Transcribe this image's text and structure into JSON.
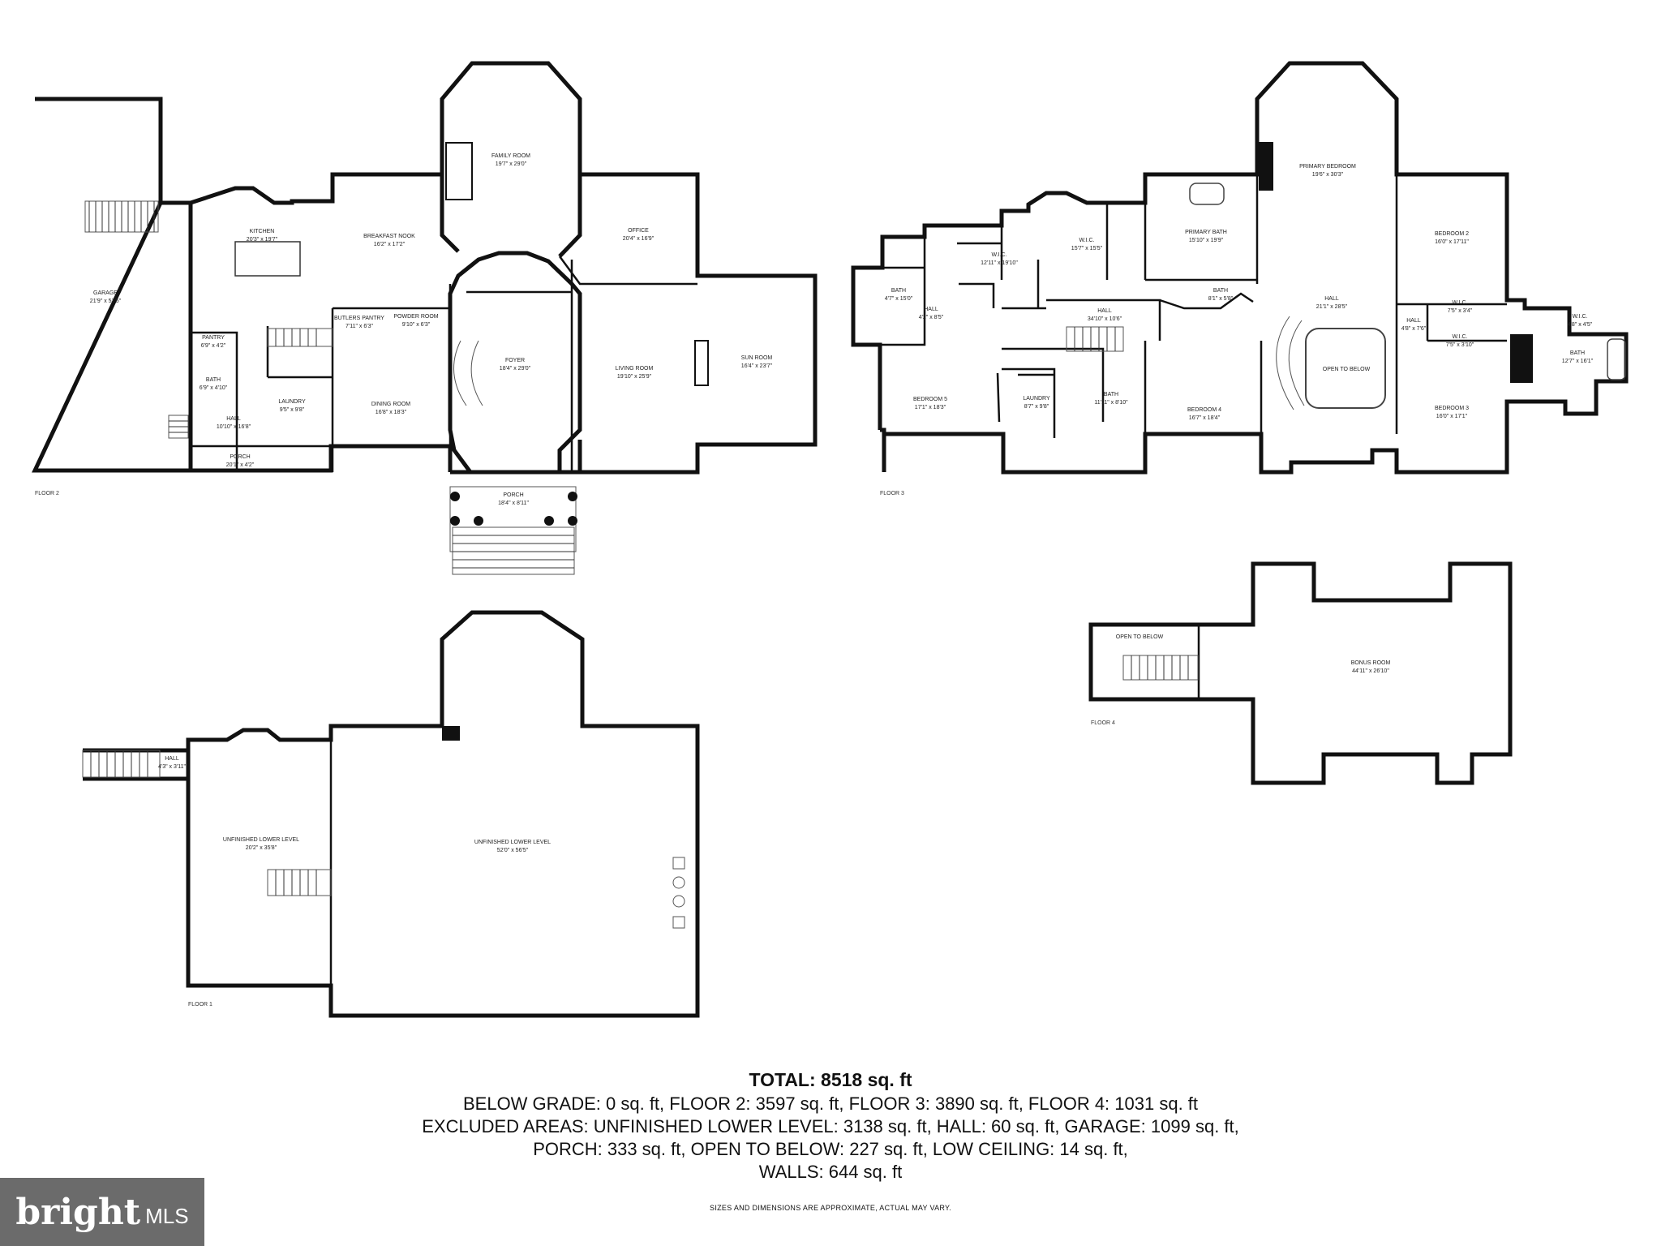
{
  "floors": {
    "floor2": "FLOOR 2",
    "floor3": "FLOOR 3",
    "floor4": "FLOOR 4",
    "floor1": "FLOOR 1"
  },
  "rooms": {
    "garage": {
      "name": "GARAGE",
      "dim": "21'9\" x 53'5\""
    },
    "kitchen": {
      "name": "KITCHEN",
      "dim": "20'3\" x 19'7\""
    },
    "breakfast": {
      "name": "BREAKFAST NOOK",
      "dim": "16'2\" x 17'2\""
    },
    "family": {
      "name": "FAMILY ROOM",
      "dim": "19'7\" x 29'0\""
    },
    "office": {
      "name": "OFFICE",
      "dim": "20'4\" x 16'9\""
    },
    "pantry": {
      "name": "PANTRY",
      "dim": "6'9\" x 4'2\""
    },
    "bath_f2": {
      "name": "BATH",
      "dim": "6'9\" x 4'10\""
    },
    "butlers": {
      "name": "BUTLERS PANTRY",
      "dim": "7'11\" x 6'3\""
    },
    "powder": {
      "name": "POWDER ROOM",
      "dim": "9'10\" x 6'3\""
    },
    "foyer": {
      "name": "FOYER",
      "dim": "18'4\" x 29'0\""
    },
    "living": {
      "name": "LIVING ROOM",
      "dim": "19'10\" x 25'9\""
    },
    "sun": {
      "name": "SUN ROOM",
      "dim": "16'4\" x 23'7\""
    },
    "laundry_f2": {
      "name": "LAUNDRY",
      "dim": "9'5\" x 9'8\""
    },
    "dining": {
      "name": "DINING ROOM",
      "dim": "16'8\" x 18'3\""
    },
    "hall_f2": {
      "name": "HALL",
      "dim": "10'10\" x 16'8\""
    },
    "porch_side": {
      "name": "PORCH",
      "dim": "20'1\" x 4'2\""
    },
    "porch_front": {
      "name": "PORCH",
      "dim": "18'4\" x 8'11\""
    },
    "primary_bed": {
      "name": "PRIMARY BEDROOM",
      "dim": "19'6\" x 30'3\""
    },
    "primary_bath": {
      "name": "PRIMARY BATH",
      "dim": "15'10\" x 19'9\""
    },
    "wic_large": {
      "name": "W.I.C.",
      "dim": "15'7\" x 15'5\""
    },
    "wic_mid": {
      "name": "W.I.C.",
      "dim": "12'11\" x 19'10\""
    },
    "bath_f3a": {
      "name": "BATH",
      "dim": "4'7\" x 15'0\""
    },
    "hall_f3a": {
      "name": "HALL",
      "dim": "4'2\" x 8'5\""
    },
    "bath_f3b": {
      "name": "BATH",
      "dim": "8'1\" x 5'8\""
    },
    "hall_f3main": {
      "name": "HALL",
      "dim": "21'1\" x 28'5\""
    },
    "hall_f3long": {
      "name": "HALL",
      "dim": "34'10\" x 10'6\""
    },
    "bedroom2": {
      "name": "BEDROOM 2",
      "dim": "16'0\" x 17'11\""
    },
    "hall_f3c": {
      "name": "HALL",
      "dim": "4'8\" x 7'6\""
    },
    "wic_a": {
      "name": "W.I.C.",
      "dim": "7'5\" x 3'4\""
    },
    "wic_b": {
      "name": "W.I.C.",
      "dim": "7'5\" x 3'10\""
    },
    "wic_c": {
      "name": "W.I.C.",
      "dim": "4'8\" x 4'5\""
    },
    "bath_f3c": {
      "name": "BATH",
      "dim": "12'7\" x 16'1\""
    },
    "bedroom5": {
      "name": "BEDROOM 5",
      "dim": "17'1\" x 18'3\""
    },
    "laundry_f3": {
      "name": "LAUNDRY",
      "dim": "8'7\" x 9'8\""
    },
    "bath_f3d": {
      "name": "BATH",
      "dim": "11'11\" x 8'10\""
    },
    "bedroom4": {
      "name": "BEDROOM 4",
      "dim": "16'7\" x 18'4\""
    },
    "open_below_f3": {
      "name": "OPEN TO BELOW",
      "dim": ""
    },
    "bedroom3": {
      "name": "BEDROOM 3",
      "dim": "16'0\" x 17'1\""
    },
    "open_below_f4": {
      "name": "OPEN TO BELOW",
      "dim": ""
    },
    "bonus": {
      "name": "BONUS ROOM",
      "dim": "44'11\" x 26'10\""
    },
    "hall_f1": {
      "name": "HALL",
      "dim": "4'3\" x 3'11\""
    },
    "unfinished_a": {
      "name": "UNFINISHED LOWER LEVEL",
      "dim": "20'2\" x 35'8\""
    },
    "unfinished_b": {
      "name": "UNFINISHED LOWER LEVEL",
      "dim": "52'0\" x 56'5\""
    }
  },
  "summary": {
    "total": "TOTAL: 8518 sq. ft",
    "lines": [
      "BELOW GRADE: 0 sq. ft, FLOOR 2: 3597 sq. ft, FLOOR 3: 3890 sq. ft, FLOOR 4: 1031 sq. ft",
      "EXCLUDED AREAS: UNFINISHED LOWER LEVEL: 3138 sq. ft, HALL: 60 sq. ft, GARAGE: 1099 sq. ft,",
      "PORCH: 333 sq. ft, OPEN TO BELOW: 227 sq. ft, LOW CEILING: 14 sq. ft,",
      "WALLS: 644 sq. ft"
    ],
    "disclaimer": "SIZES AND DIMENSIONS ARE APPROXIMATE, ACTUAL MAY VARY."
  },
  "brand": {
    "word": "bright",
    "suffix": "MLS"
  }
}
